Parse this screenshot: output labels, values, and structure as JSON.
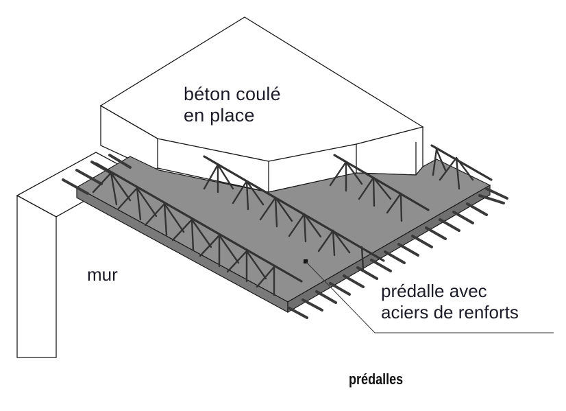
{
  "figure": {
    "caption": "prédalles",
    "colors": {
      "background": "#ffffff",
      "outline": "#1a1a1a",
      "slab_fill": "#8f8f8f",
      "slab_edge_fill": "#7a7a7a",
      "rebar": "#3a3a3a",
      "text": "#1c1c28"
    }
  },
  "labels": {
    "cast_concrete": {
      "line1": "béton coulé",
      "line2": "en place"
    },
    "wall": "mur",
    "precast_slab": {
      "line1": "prédalle avec",
      "line2": "aciers de renforts"
    }
  }
}
